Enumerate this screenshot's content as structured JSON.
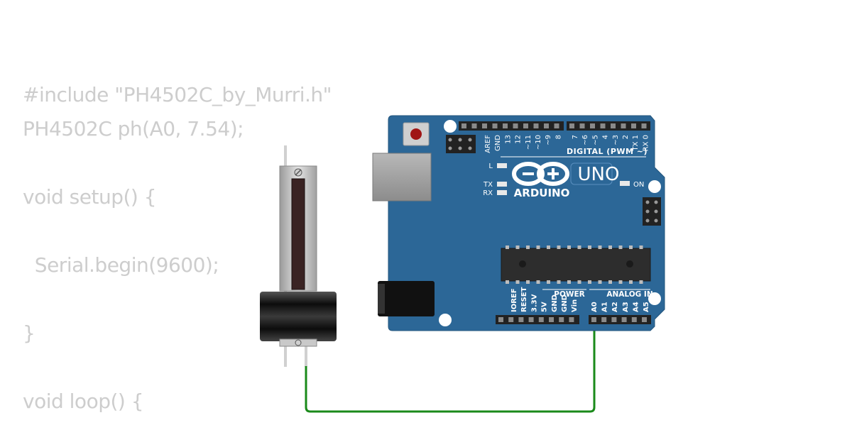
{
  "code": {
    "line1": "#include \"PH4502C_by_Murri.h\"",
    "line2": "PH4502C ph(A0, 7.54);",
    "line3": "void setup() {",
    "line4": "  Serial.begin(9600);",
    "line5": "}",
    "line6": "void loop() {"
  },
  "board": {
    "brand": "ARDUINO",
    "model": "UNO",
    "led_l": "L",
    "led_tx": "TX",
    "led_rx": "RX",
    "led_on": "ON",
    "header_digital": "DIGITAL (PWM ~)",
    "header_power": "POWER",
    "header_analog": "ANALOG IN",
    "digital_pins": [
      "AREF",
      "GND",
      "13",
      "12",
      "~11",
      "~10",
      "~9",
      "8",
      "7",
      "~6",
      "~5",
      "4",
      "~3",
      "2",
      "TX 1",
      "RX 0"
    ],
    "power_pins": [
      "IOREF",
      "RESET",
      "3.3V",
      "5V",
      "GND",
      "GND",
      "Vin"
    ],
    "analog_pins": [
      "A0",
      "A1",
      "A2",
      "A3",
      "A4",
      "A5"
    ]
  },
  "colors": {
    "board": "#2c6797",
    "wire": "#1a8a1a",
    "code_text": "#cdcdcd"
  },
  "icons": {
    "arduino_logo": "infinity-minus-plus-icon"
  }
}
